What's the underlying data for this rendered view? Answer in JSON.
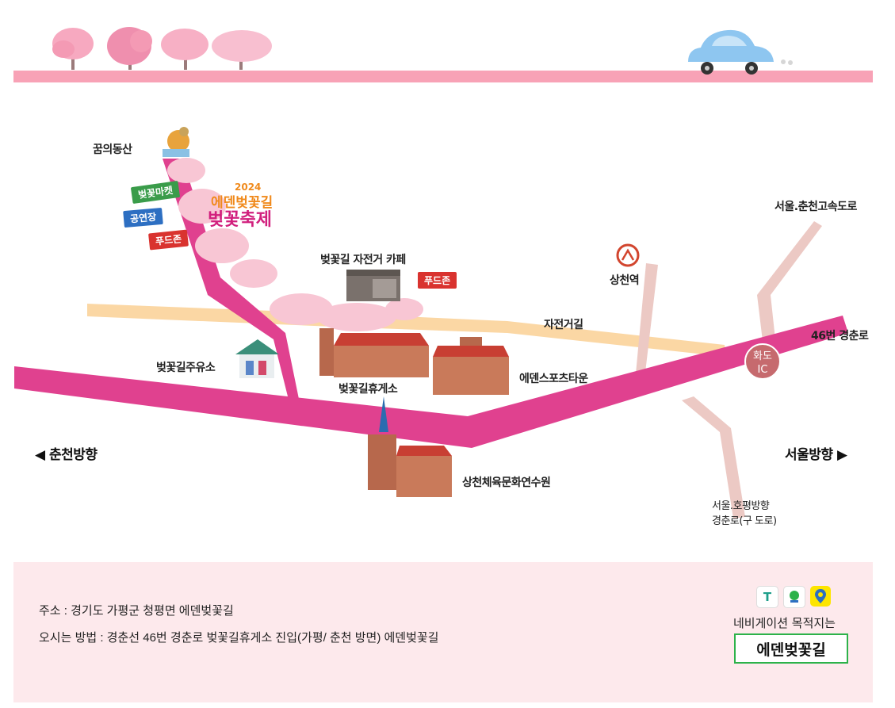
{
  "colors": {
    "top_bar": "#f8a2b6",
    "main_road": "#e0418f",
    "bike_path": "#fbd7a4",
    "expressway": "#ecc9c4",
    "info_bg": "#fde9ec",
    "nav_border": "#2db24a",
    "ic_circle": "#c66a6e"
  },
  "festival_logo": {
    "year": "2024",
    "line1": "에덴벚꽃길",
    "line2": "벚꽃축제"
  },
  "signs": {
    "market": "벚꽃마켓",
    "stage": "공연장",
    "food_zone_left": "푸드존",
    "food_zone_right": "푸드존"
  },
  "labels": {
    "dream_hill": "꿈의동산",
    "bike_cafe": "벚꽃길 자전거 카페",
    "sangcheon_station": "상천역",
    "seoul_chuncheon_expressway": "서울.춘천고속도로",
    "bike_road": "자전거길",
    "route46": "46번 경춘로",
    "hwado_ic_line1": "화도",
    "hwado_ic_line2": "IC",
    "gas_station": "벚꽃길주유소",
    "rest_area": "벚꽃길휴게소",
    "eden_sports_town": "에덴스포츠타운",
    "culture_center": "상천체육문화연수원",
    "old_road_line1": "서울.호평방향",
    "old_road_line2": "경춘로(구 도로)"
  },
  "directions": {
    "chuncheon": "춘천방향",
    "seoul": "서울방향",
    "left_arrow": "◀",
    "right_arrow": "▶"
  },
  "info": {
    "address": "주소 : 경기도 가평군 청평면 에덴벚꽃길",
    "how_to": "오시는 방법 : 경춘선 46번 경춘로 벚꽃길휴게소 진입(가평/ 춘천 방면) 에덴벚꽃길",
    "nav_caption": "네비게이션 목적지는",
    "nav_destination": "에덴벚꽃길",
    "nav_icons": [
      "tmap-icon",
      "naver-map-icon",
      "kakao-map-icon"
    ],
    "tmap_glyph": "T"
  }
}
